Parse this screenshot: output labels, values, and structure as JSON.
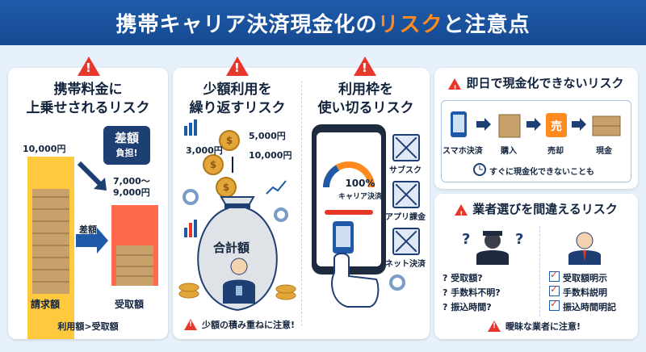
{
  "header": {
    "title_part1": "携帯キャリア決済現金化の",
    "title_highlight": "リスク",
    "title_part2": "と注意点"
  },
  "card1": {
    "title_line1": "携帯料金に",
    "title_line2": "上乗せされるリスク",
    "amount_billed": "10,000円",
    "badge_line1": "差額",
    "badge_line2": "負担!",
    "amount_received": "7,000〜\n9,000円",
    "diff_label": "差額",
    "label_billed": "請求額",
    "label_received": "受取額",
    "footer": "利用額>受取額"
  },
  "card2": {
    "title_line1": "少額利用を",
    "title_line2": "繰り返すリスク",
    "coin1": "3,000円",
    "coin2": "5,000円",
    "coin3": "10,000円",
    "bag_label": "合計額",
    "footer": "少額の積み重ねに注意!"
  },
  "card3": {
    "title_line1": "利用枠を",
    "title_line2": "使い切るリスク",
    "gauge_value": "100%",
    "gauge_label": "キャリア決済",
    "gauge_fraction": 1.0,
    "items": [
      "サブスク",
      "アプリ課金",
      "ネット決済"
    ]
  },
  "card4": {
    "title": "即日で現金化できないリスク",
    "steps": [
      "スマホ決済",
      "購入",
      "売却",
      "現金"
    ],
    "sell_char": "売",
    "note": "すぐに現金化できないことも"
  },
  "card5": {
    "title": "業者選びを間違えるリスク",
    "bad_items": [
      "? 受取額?",
      "? 手数料不明?",
      "? 振込時間?"
    ],
    "good_items": [
      "受取額明示",
      "手数料説明",
      "振込時間明記"
    ],
    "footer": "曖昧な業者に注意!"
  },
  "colors": {
    "primary": "#1e5aa8",
    "accent": "#ff8a1f",
    "warning": "#e8362a"
  }
}
